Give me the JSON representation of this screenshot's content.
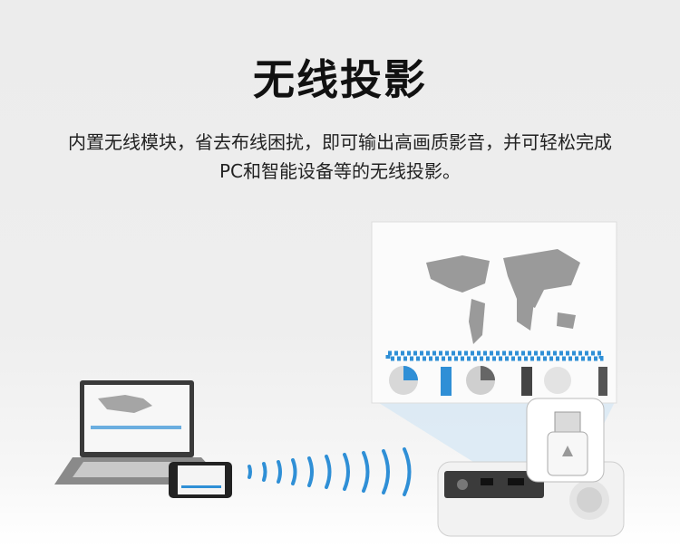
{
  "header": {
    "title": "无线投影",
    "description_line1": "内置无线模块，省去布线困扰，即可输出高画质影音，并可轻松完成",
    "description_line2": "PC和智能设备等的无线投影。"
  },
  "colors": {
    "accent": "#2f8fd6",
    "background": "#ececec"
  }
}
